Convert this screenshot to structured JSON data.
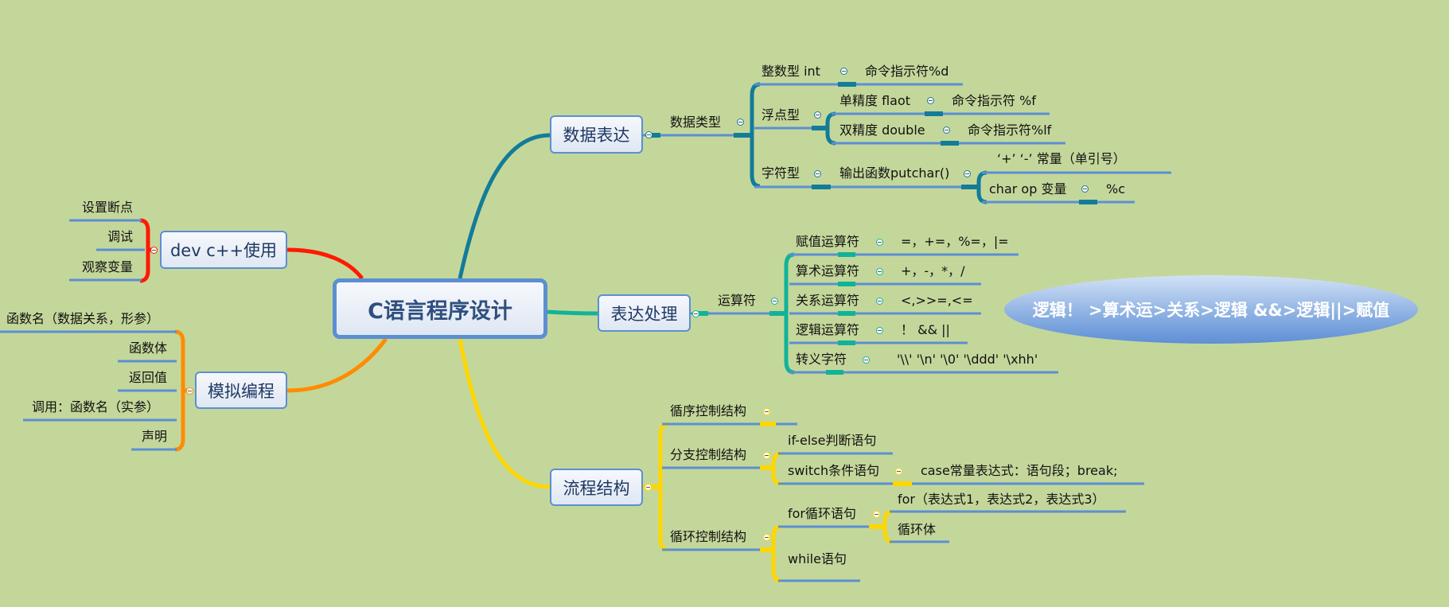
{
  "central": "C语言程序设计",
  "colors": {
    "background": "#c4d79b",
    "dev": "#ff1a00",
    "sim": "#ff8c00",
    "data": "#127c99",
    "expr": "#10b398",
    "flow": "#ffd700",
    "underline": "#5b8fd2"
  },
  "branches": {
    "dev": {
      "title": "dev c++使用",
      "children": [
        "设置断点",
        "调试",
        "观察变量"
      ]
    },
    "sim": {
      "title": "模拟编程",
      "children": [
        "函数名（数据关系，形参）",
        "函数体",
        "返回值",
        "调用：函数名（实参）",
        "声明"
      ]
    },
    "data": {
      "title": "数据表达",
      "sub": "数据类型",
      "int": {
        "label": "整数型  int",
        "detail": "命令指示符%d"
      },
      "float": {
        "label": "浮点型",
        "single": {
          "label": "单精度 flaot",
          "detail": "命令指示符 %f"
        },
        "double": {
          "label": "双精度 double",
          "detail": "命令指示符%lf"
        }
      },
      "char": {
        "label": "字符型",
        "putchar": "输出函数putchar()",
        "const": "‘+’     ‘-’   常量（单引号）",
        "var": {
          "label": "char op 变量",
          "detail": "%c"
        }
      }
    },
    "expr": {
      "title": "表达处理",
      "sub": "运算符",
      "ops": [
        {
          "label": "赋值运算符",
          "detail": "=，+=，%=，|="
        },
        {
          "label": "算术运算符",
          "detail": "+，-，*，/"
        },
        {
          "label": "关系运算符",
          "detail": "<,>>=,<="
        },
        {
          "label": "逻辑运算符",
          "detail": "！  && ||"
        },
        {
          "label": "转义字符",
          "detail": "'\\\\'  '\\n' '\\0' '\\ddd' '\\xhh'"
        }
      ],
      "note": "逻辑！ >算术运>关系>逻辑 &&>逻辑||>赋值"
    },
    "flow": {
      "title": "流程结构",
      "seq": "循序控制结构",
      "branch": {
        "label": "分支控制结构",
        "ifelse": "if-else判断语句",
        "switch": "switch条件语句",
        "case": "case常量表达式：语句段；break;"
      },
      "loop": {
        "label": "循环控制结构",
        "for": "for循环语句",
        "for_expr": "for（表达式1，表达式2，表达式3）",
        "body": "循环体",
        "while": "while语句"
      }
    }
  }
}
